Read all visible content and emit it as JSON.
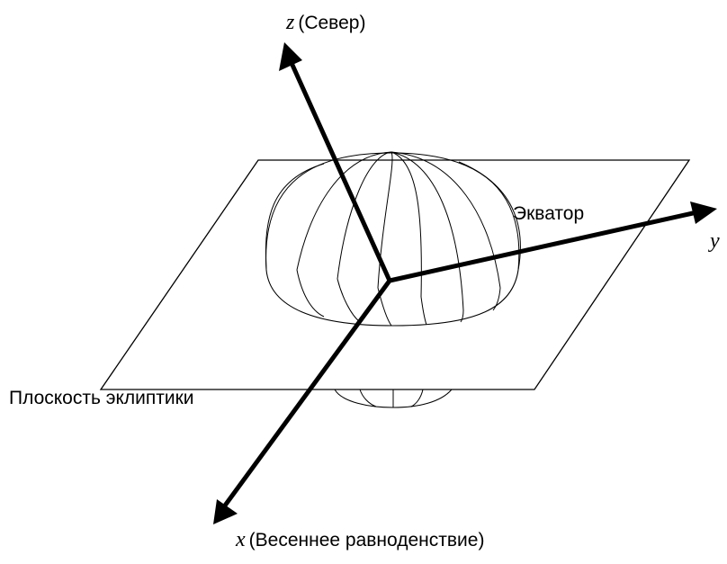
{
  "diagram": {
    "axes": {
      "z": {
        "letter": "z",
        "caption": "(Север)"
      },
      "y": {
        "letter": "y"
      },
      "x": {
        "letter": "x",
        "caption": "(Весеннее равноденствие)"
      }
    },
    "labels": {
      "equator": "Экватор",
      "ecliptic_plane": "Плоскость эклиптики"
    },
    "colors": {
      "line": "#000000",
      "background": "#ffffff"
    }
  }
}
